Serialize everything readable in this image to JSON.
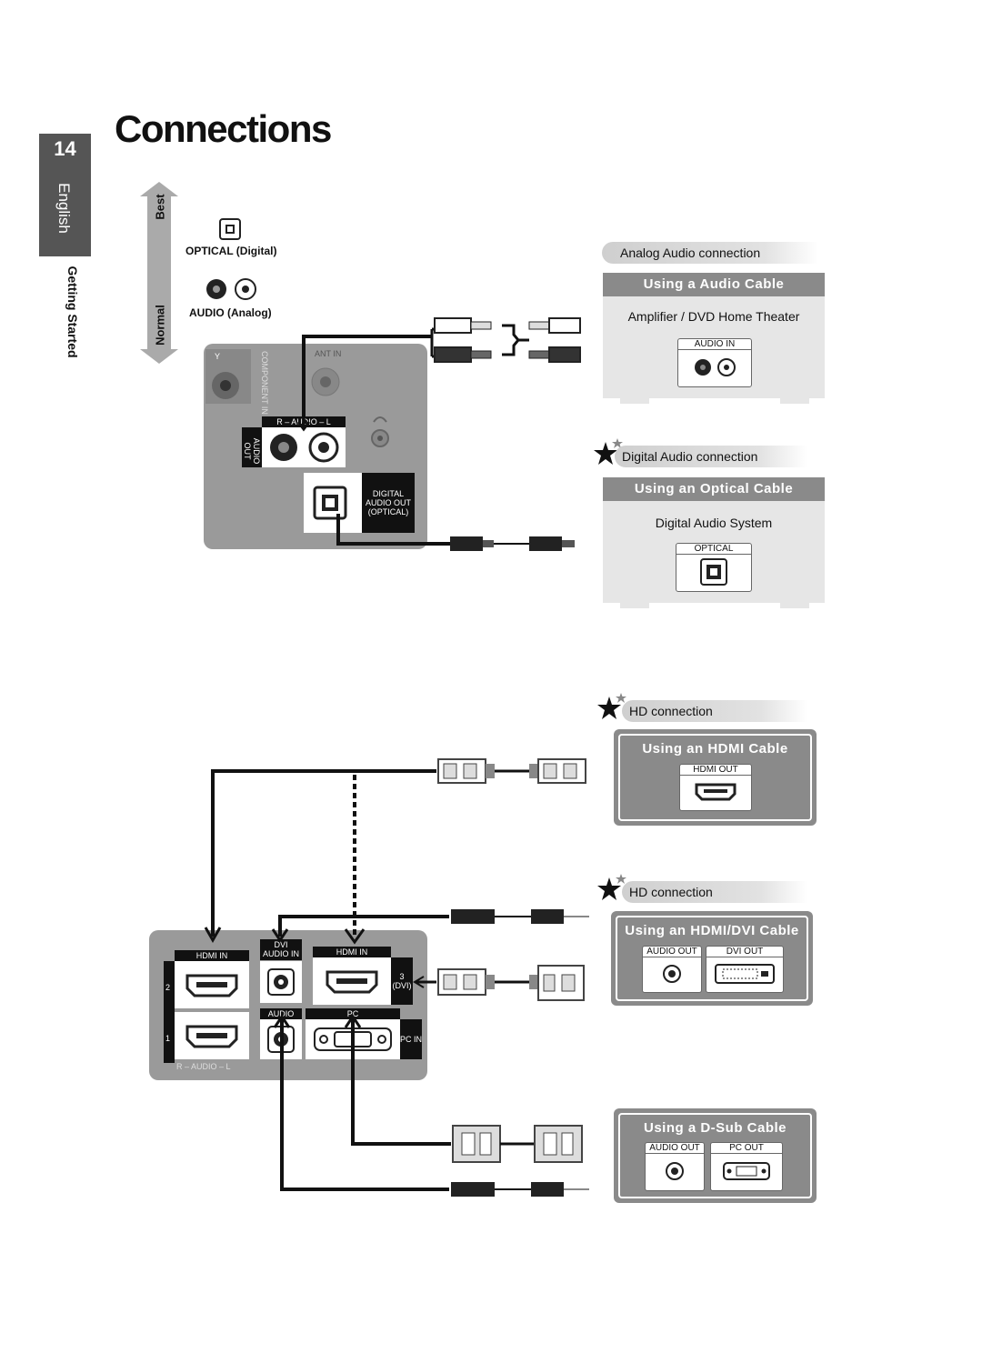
{
  "page": {
    "title": "Connections",
    "number": "14",
    "language": "English",
    "section": "Getting Started"
  },
  "quality": {
    "best": "Best",
    "normal": "Normal",
    "optical_label": "OPTICAL (Digital)",
    "audio_label": "AUDIO (Analog)"
  },
  "tv_panel_top": {
    "ant_in": "ANT IN",
    "component_in": "COMPONENT IN",
    "y": "Y",
    "audio_rl": "R – AUDIO – L",
    "audio_out": "AUDIO OUT",
    "digital_audio_out": [
      "DIGITAL",
      "AUDIO OUT",
      "(OPTICAL)"
    ]
  },
  "analog": {
    "header": "Analog Audio connection",
    "card_title": "Using a Audio Cable",
    "device": "Amplifier / DVD Home Theater",
    "port": "AUDIO IN"
  },
  "digital": {
    "header": "Digital Audio connection",
    "card_title": "Using an Optical Cable",
    "device": "Digital Audio System",
    "port": "OPTICAL"
  },
  "hdmi": {
    "header": "HD connection",
    "card_title": "Using an HDMI Cable",
    "port": "HDMI OUT"
  },
  "hdmi_dvi": {
    "header": "HD connection",
    "card_title": "Using an HDMI/DVI Cable",
    "ports": [
      "AUDIO OUT",
      "DVI OUT"
    ]
  },
  "dsub": {
    "card_title": "Using a D-Sub Cable",
    "ports": [
      "AUDIO OUT",
      "PC OUT"
    ]
  },
  "tv_panel_bottom": {
    "hdmi_in": "HDMI IN",
    "dvi_audio_in": [
      "DVI",
      "AUDIO IN"
    ],
    "hdmi_in_3": "HDMI IN",
    "port3": [
      "3",
      "(DVI)"
    ],
    "num2": "2",
    "num1": "1",
    "audio": "AUDIO",
    "pc": "PC",
    "pc_in": "PC IN",
    "audio_rl": "R – AUDIO – L"
  }
}
